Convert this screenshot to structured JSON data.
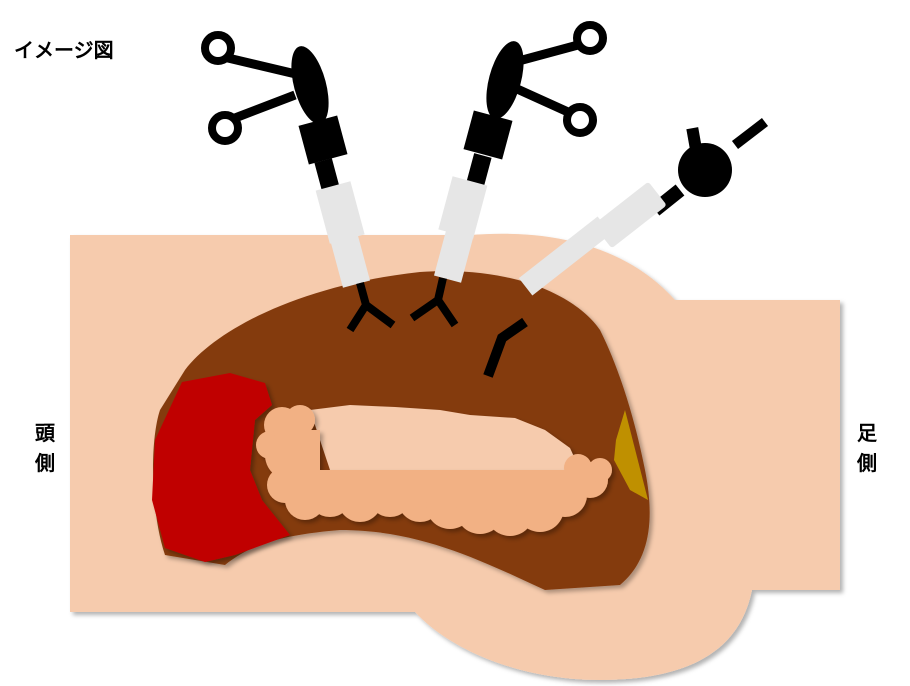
{
  "title": "イメージ図",
  "labels": {
    "head_side": "頭側",
    "foot_side": "足側"
  },
  "colors": {
    "body": "#f6cbad",
    "liver": "#843b0e",
    "spleen": "#c00000",
    "pancreas": "#f2b184",
    "stomach_region": "#f6cbad",
    "gallbladder": "#bf9000",
    "instrument_dark": "#000000",
    "instrument_light": "#e6e6e6"
  }
}
